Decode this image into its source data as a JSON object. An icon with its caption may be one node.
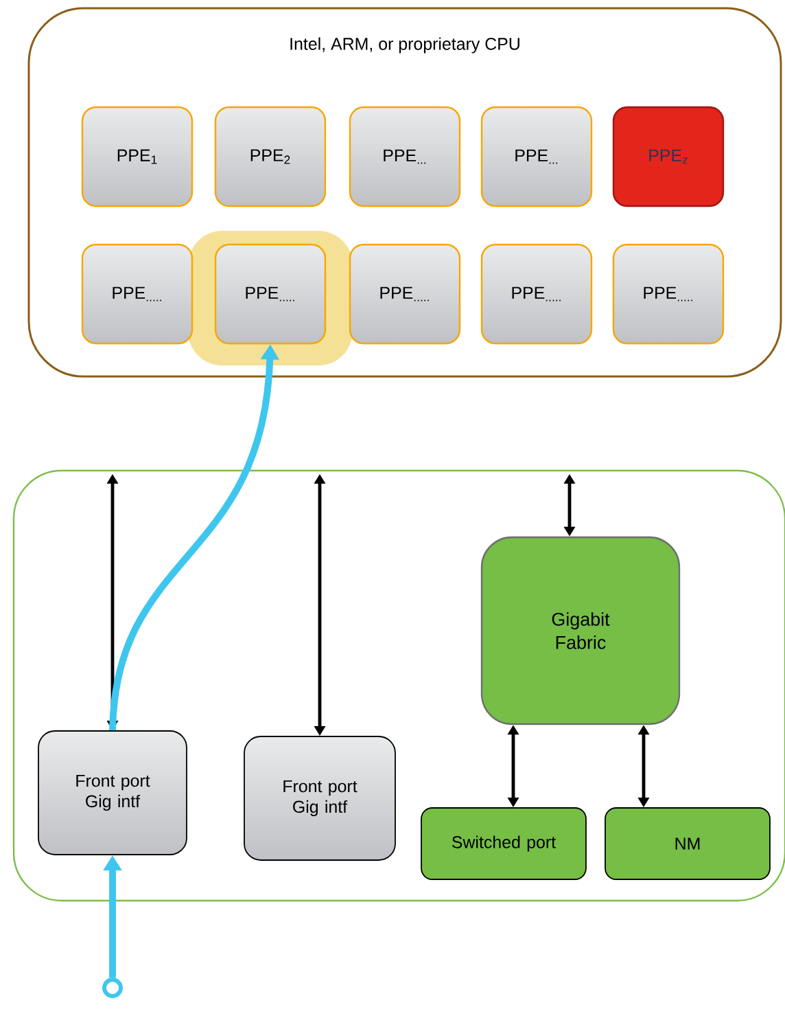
{
  "diagram": {
    "nodes": [
      {
        "text": [
          "Intel, ARM, or proprietary CPU"
        ]
      },
      {
        "text": [
          "PPE$_{1}$"
        ],
        "in": 0
      },
      {
        "text": [
          "PPE$_{2}$"
        ],
        "in": 0
      },
      {
        "text": [
          "PPE$_{...}$"
        ],
        "in": 0
      },
      {
        "text": [
          "PPE$_{...}$"
        ],
        "in": 0
      },
      {
        "text": [
          "PPE$_{z}$"
        ],
        "in": 0
      },
      {
        "text": [
          "PPE$_{.....}$"
        ],
        "in": 0
      },
      {
        "text": [
          "PPE$_{.....}$"
        ],
        "in": 0
      },
      {
        "text": [
          "PPE$_{.....}$"
        ],
        "in": 0
      },
      {
        "text": [
          "PPE$_{.....}$"
        ],
        "in": 0
      },
      {
        "text": [
          "PPE$_{.....}$"
        ],
        "in": 0
      },
      {
        "text": [],
        "shape": "box"
      },
      {
        "text": [
          "Front port Gig intf"
        ],
        "in": 11
      },
      {
        "text": [
          "Front port Gig intf"
        ],
        "in": 11
      },
      {
        "text": [
          "Gigabit Fabric"
        ],
        "in": 11
      },
      {
        "text": [
          "Switched port"
        ],
        "in": 11
      },
      {
        "text": [
          "NM"
        ],
        "in": 11
      },
      {
        "text": [],
        "shape": "circle"
      }
    ],
    "edges": [
      {
        "from": 12,
        "to": null,
        "arrow": "both"
      },
      {
        "from": 13,
        "to": null,
        "arrow": "both"
      },
      {
        "from": 14,
        "to": null,
        "arrow": "both"
      },
      {
        "from": 14,
        "to": 15,
        "arrow": "both"
      },
      {
        "from": 14,
        "to": 16,
        "arrow": "both"
      },
      {
        "from": 17,
        "to": 12,
        "arrow": "to",
        "style": "thick",
        "color": "#3fc6ee"
      },
      {
        "from": 12,
        "to": 7,
        "arrow": "to",
        "style": "thick",
        "color": "#3fc6ee"
      }
    ]
  }
}
